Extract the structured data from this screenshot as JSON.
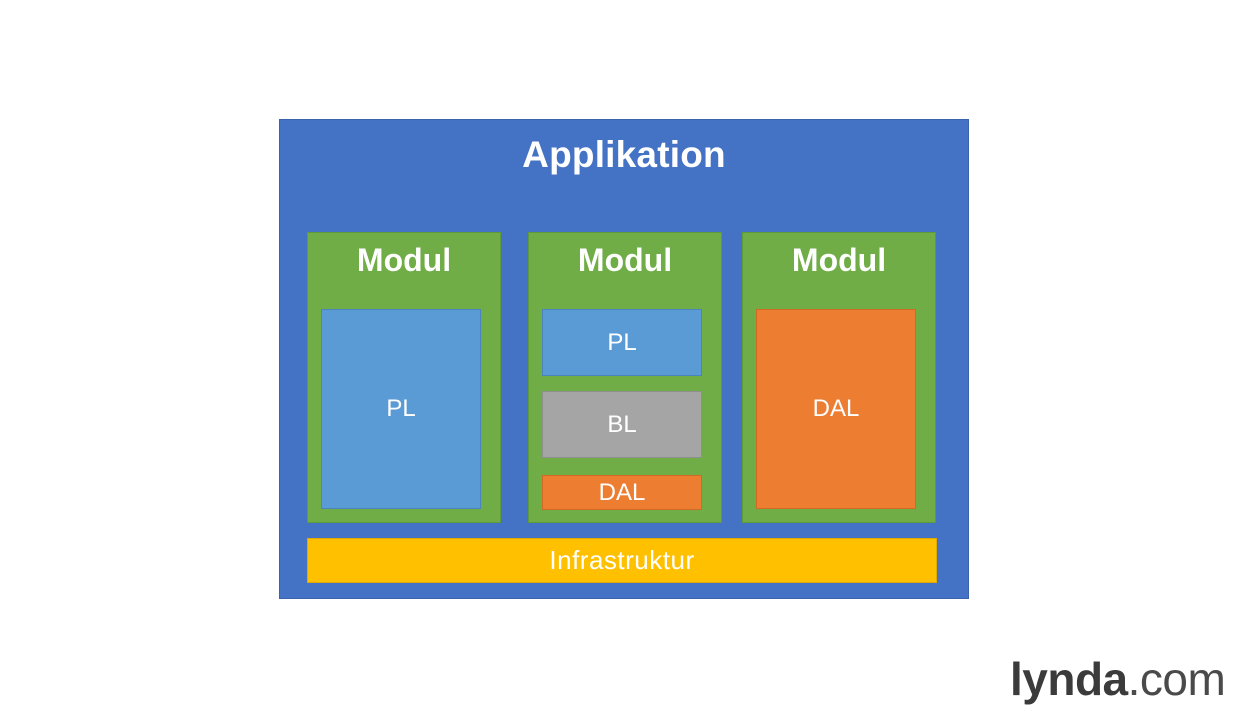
{
  "diagram": {
    "title": "Applikation",
    "modules": [
      {
        "title": "Modul",
        "layers": [
          {
            "label": "PL",
            "kind": "pl"
          }
        ]
      },
      {
        "title": "Modul",
        "layers": [
          {
            "label": "PL",
            "kind": "pl"
          },
          {
            "label": "BL",
            "kind": "bl"
          },
          {
            "label": "DAL",
            "kind": "dal"
          }
        ]
      },
      {
        "title": "Modul",
        "layers": [
          {
            "label": "DAL",
            "kind": "dal"
          }
        ]
      }
    ],
    "infrastructure": "Infrastruktur"
  },
  "colors": {
    "application": "#4472c4",
    "module": "#70ad47",
    "pl": "#5b9bd5",
    "bl": "#a5a5a5",
    "dal": "#ed7d31",
    "infrastructure": "#ffc000"
  },
  "watermark": {
    "brand": "lynda",
    "tld": ".com"
  }
}
